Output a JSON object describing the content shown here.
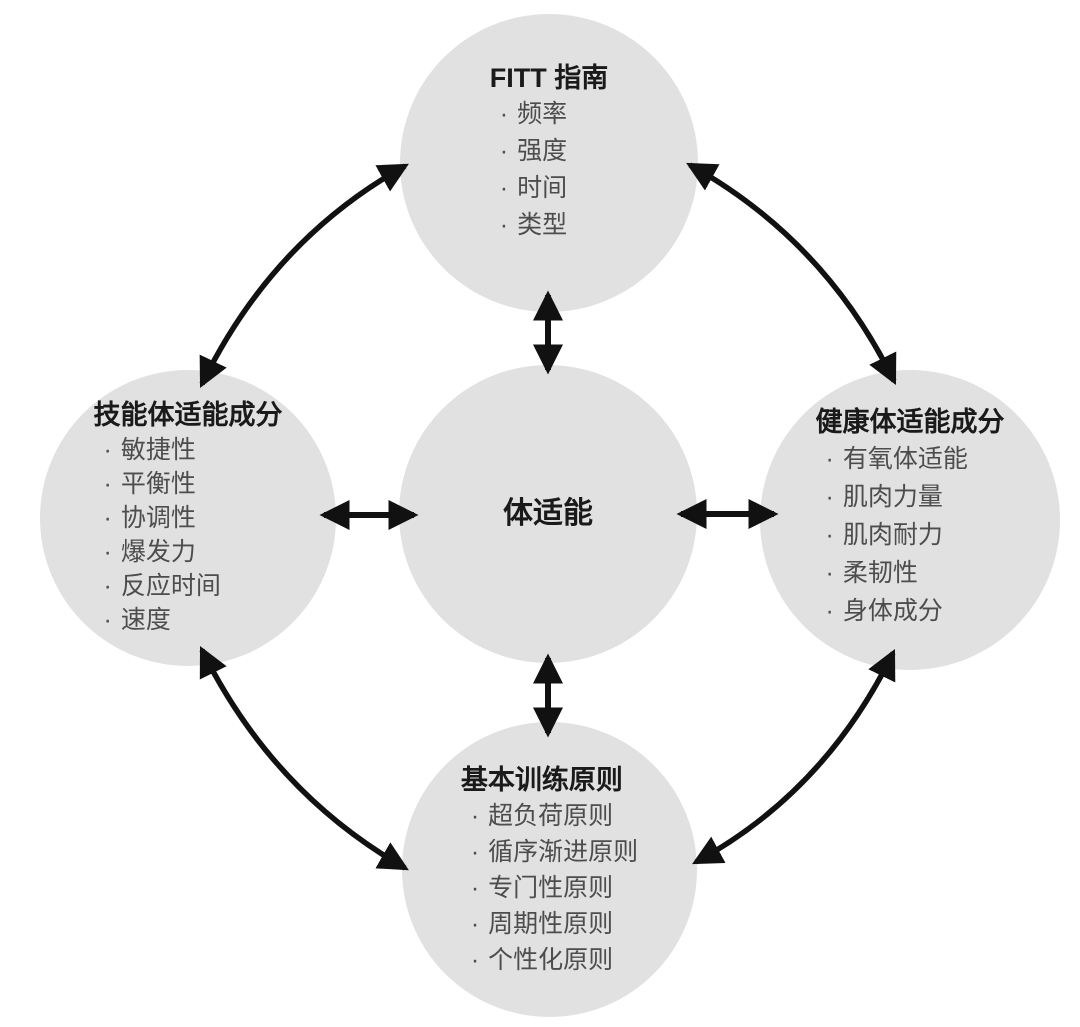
{
  "diagram_title": "",
  "bullet": "·",
  "colors": {
    "background": "#ffffff",
    "node_fill": "#e1e1e1",
    "title_text": "#1a1a1a",
    "item_text": "#4d4d4d",
    "arrow": "#111111"
  },
  "nodes": {
    "center": {
      "title": "体适能",
      "items": []
    },
    "top": {
      "title": "FITT 指南",
      "items": [
        "频率",
        "强度",
        "时间",
        "类型"
      ]
    },
    "left": {
      "title": "技能体适能成分",
      "items": [
        "敏捷性",
        "平衡性",
        "协调性",
        "爆发力",
        "反应时间",
        "速度"
      ]
    },
    "right": {
      "title": "健康体适能成分",
      "items": [
        "有氧体适能",
        "肌肉力量",
        "肌肉耐力",
        "柔韧性",
        "身体成分"
      ]
    },
    "bottom": {
      "title": "基本训练原则",
      "items": [
        "超负荷原则",
        "循序渐进原则",
        "专门性原则",
        "周期性原则",
        "个性化原则"
      ]
    }
  },
  "connections": [
    {
      "from": "center",
      "to": "top",
      "style": "straight",
      "bidirectional": true
    },
    {
      "from": "center",
      "to": "bottom",
      "style": "straight",
      "bidirectional": true
    },
    {
      "from": "center",
      "to": "left",
      "style": "straight",
      "bidirectional": true
    },
    {
      "from": "center",
      "to": "right",
      "style": "straight",
      "bidirectional": true
    },
    {
      "from": "top",
      "to": "left",
      "style": "curved",
      "bidirectional": true
    },
    {
      "from": "top",
      "to": "right",
      "style": "curved",
      "bidirectional": true
    },
    {
      "from": "left",
      "to": "bottom",
      "style": "curved",
      "bidirectional": true
    },
    {
      "from": "right",
      "to": "bottom",
      "style": "curved",
      "bidirectional": true
    }
  ]
}
